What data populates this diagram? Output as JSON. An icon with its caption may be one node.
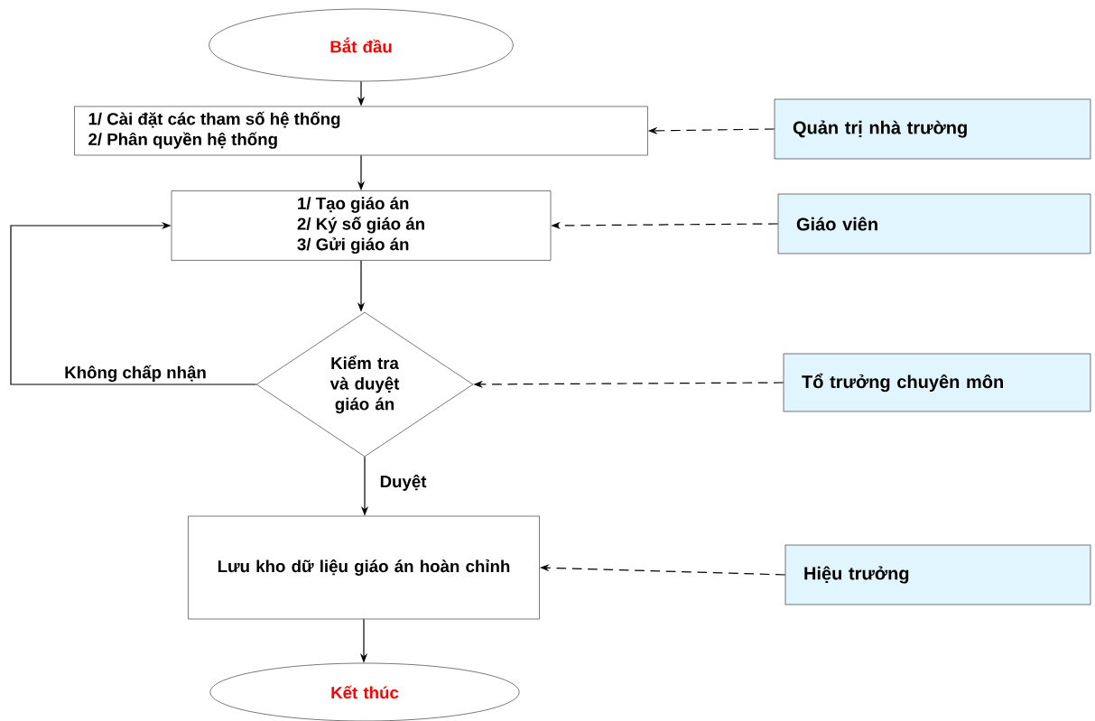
{
  "diagram": {
    "nodes": [
      {
        "text": [
          "Bắt đầu"
        ]
      },
      {
        "text": [
          "1/ Cài đặt các tham số hệ thống",
          "2/ Phân quyền hệ thống"
        ]
      },
      {
        "text": [
          "1/ Tạo giáo án",
          "2/ Ký số giáo án",
          "3/ Gửi giáo án"
        ]
      },
      {
        "text": [
          "Kiểm tra và duyệt giáo án"
        ]
      },
      {
        "text": [
          "Lưu kho dữ liệu giáo án hoàn chỉnh"
        ]
      },
      {
        "text": [
          "Kết thúc"
        ]
      },
      {
        "text": [
          "Quản trị nhà trường"
        ]
      },
      {
        "text": [
          "Giáo viên"
        ]
      },
      {
        "text": [
          "Tổ trưởng chuyên môn"
        ]
      },
      {
        "text": [
          "Hiệu trưởng"
        ]
      }
    ],
    "edges": [
      {
        "from": 0,
        "to": 1,
        "arrow": "to"
      },
      {
        "from": 1,
        "to": 2,
        "arrow": "to"
      },
      {
        "from": 2,
        "to": 3,
        "arrow": "to"
      },
      {
        "from": 3,
        "to": 2,
        "arrow": "to",
        "label": "Không chấp nhận"
      },
      {
        "from": 3,
        "to": 4,
        "arrow": "to",
        "label": "Duyệt"
      },
      {
        "from": 4,
        "to": 5,
        "arrow": "to"
      },
      {
        "from": 6,
        "to": 1,
        "arrow": "to",
        "style": "dashed"
      },
      {
        "from": 7,
        "to": 2,
        "arrow": "to",
        "style": "dashed"
      },
      {
        "from": 8,
        "to": 3,
        "arrow": "to",
        "style": "dashed"
      },
      {
        "from": 9,
        "to": 4,
        "arrow": "to",
        "style": "dashed"
      }
    ]
  }
}
